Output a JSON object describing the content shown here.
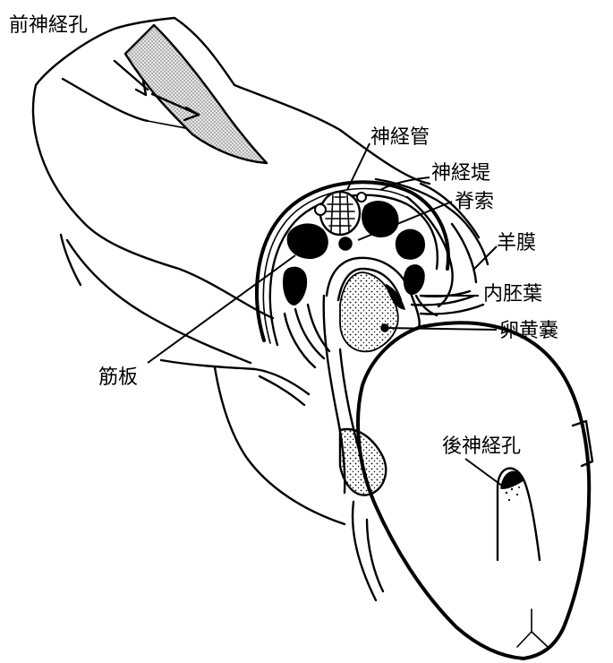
{
  "labels": {
    "anterior_neuropore": "前神経孔",
    "neural_tube": "神経管",
    "neural_fold": "神経堤",
    "notochord": "脊索",
    "amnion": "羊膜",
    "endoderm": "内胚葉",
    "yolk_sac": "卵黄嚢",
    "myotome_plate": "筋板",
    "posterior_neuropore": "後神経孔"
  },
  "colors": {
    "ink": "#000000",
    "paper": "#ffffff"
  }
}
